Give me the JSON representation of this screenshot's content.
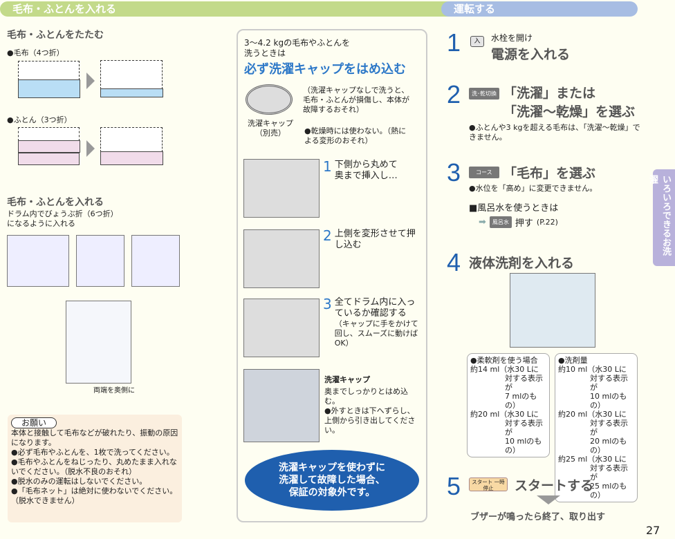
{
  "left_header": "毛布・ふとんを入れる",
  "right_header": "運転する",
  "fold": {
    "title": "毛布・ふとんをたたむ",
    "blanket": "●毛布（4つ折）",
    "futon": "●ふとん（3つ折）"
  },
  "insert": {
    "title": "毛布・ふとんを入れる",
    "desc1": "ドラム内でびょうぶ折（6つ折）",
    "desc2": "になるように入れる",
    "caption": "両端を奥側に"
  },
  "notice": {
    "badge": "お願い",
    "intro": "本体と接触して毛布などが破れたり、振動の原因になります。",
    "items": [
      "●必ず毛布やふとんを、1枚で洗ってください。",
      "●毛布やふとんをねじったり、丸めたまま入れないでください。（脱水不良のおそれ）",
      "●脱水のみの運転はしないでください。",
      "●「毛布ネット」は絶対に使わないでください。（脱水できません）"
    ]
  },
  "cap": {
    "line1": "3〜4.2 kgの毛布やふとんを",
    "line2": "洗うときは",
    "headline": "必ず洗濯キャップをはめ込む",
    "cap_label": "洗濯キャップ",
    "cap_sub": "（別売）",
    "warn": "（洗濯キャップなしで洗うと、毛布・ふとんが損傷し、本体が故障するおそれ）",
    "dry": "●乾燥時には使わない。（熱による変形のおそれ）",
    "steps": [
      {
        "num": "1",
        "text": "下側から丸めて奥まで挿入し…"
      },
      {
        "num": "2",
        "text": "上側を変形させて押し込む"
      },
      {
        "num": "3",
        "text": "全てドラム内に入っているか確認する",
        "note": "（キャップに手をかけて回し、スムーズに動けばOK）"
      }
    ],
    "final_label": "洗濯キャップ",
    "final_text": "奥までしっかりとはめ込む。",
    "final_note": "●外すときは下へずらし、上側から引き出してください。",
    "oval": [
      "洗濯キャップを使わずに",
      "洗濯して故障した場合、",
      "保証の対象外です。"
    ]
  },
  "run": {
    "steps": [
      {
        "num": "1",
        "key": "入",
        "pre": "水栓を開け",
        "title": "電源を入れる"
      },
      {
        "num": "2",
        "key": "洗･乾切換",
        "title1": "「洗濯」または",
        "title2": "「洗濯〜乾燥」を選ぶ",
        "note": "●ふとんや3 kgを超える毛布は、「洗濯〜乾燥」できません。"
      },
      {
        "num": "3",
        "key": "コース",
        "title": "「毛布」を選ぶ",
        "note": "●水位を「高め」に変更できません。",
        "bath": "■風呂水を使うときは",
        "bath_key": "風呂水",
        "bath_action": "押す",
        "bath_ref": "(P.22)",
        "arrow": "➡"
      },
      {
        "num": "4",
        "title": "液体洗剤を入れる"
      },
      {
        "num": "5",
        "key": "スタート 一時停止",
        "title": "スタートする",
        "end": "ブザーが鳴ったら終了、取り出す"
      }
    ],
    "softener": [
      "●柔軟剤を使う場合",
      "約14 ml（水30 Lに",
      "対する表示が",
      "7 mlのもの）",
      "約20 ml（水30 Lに",
      "対する表示が",
      "10 mlのもの）"
    ],
    "detergent": [
      "●洗剤量",
      "約10 ml（水30 Lに",
      "対する表示が",
      "10 mlのもの）",
      "約20 ml（水30 Lに",
      "対する表示が",
      "20 mlのもの）",
      "約25 ml（水30 Lに",
      "対する表示が",
      "25 mlのもの）"
    ]
  },
  "side_tab": "いろいろできるお洗濯",
  "page_number": "27",
  "colors": {
    "green": "#c3da8a",
    "blue_header": "#a7bde3",
    "accent": "#1f5fae",
    "lavender": "#b8b1db"
  }
}
